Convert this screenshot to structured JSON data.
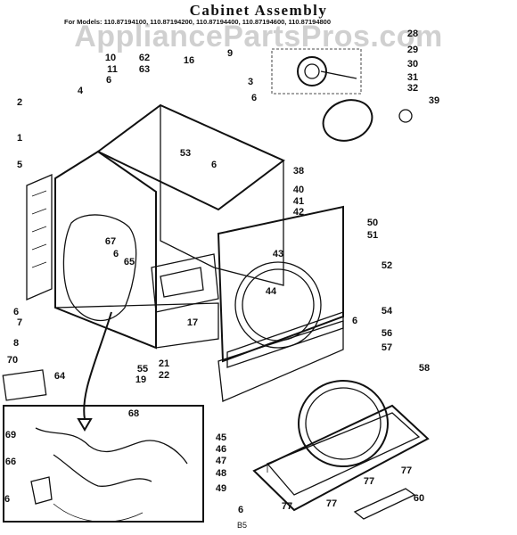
{
  "title": "Cabinet Assembly",
  "models": "For Models: 110.87194100, 110.87194200, 110.87194400, 110.87194600, 110.87194800",
  "watermark": "AppliancePartsPros.com",
  "footer": "B5",
  "callouts": [
    "1",
    "2",
    "3",
    "4",
    "5",
    "6",
    "6",
    "6",
    "6",
    "6",
    "6",
    "6",
    "6",
    "7",
    "8",
    "9",
    "10",
    "11",
    "16",
    "17",
    "19",
    "21",
    "22",
    "28",
    "29",
    "30",
    "31",
    "32",
    "38",
    "39",
    "40",
    "41",
    "42",
    "43",
    "44",
    "45",
    "46",
    "47",
    "48",
    "49",
    "50",
    "51",
    "52",
    "53",
    "54",
    "55",
    "56",
    "57",
    "58",
    "60",
    "62",
    "63",
    "64",
    "65",
    "66",
    "67",
    "68",
    "69",
    "70",
    "77",
    "77",
    "77",
    "77"
  ]
}
